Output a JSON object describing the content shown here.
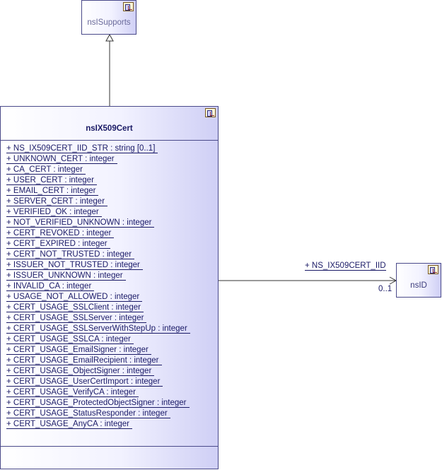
{
  "classes": {
    "supports": {
      "name": "nsISupports"
    },
    "cert": {
      "name": "nsIX509Cert",
      "attributes": [
        "+ NS_IX509CERT_IID_STR : string [0..1]",
        "+ UNKNOWN_CERT : integer",
        "+ CA_CERT : integer",
        "+ USER_CERT : integer",
        "+ EMAIL_CERT : integer",
        "+ SERVER_CERT : integer",
        "+ VERIFIED_OK : integer",
        "+ NOT_VERIFIED_UNKNOWN : integer",
        "+ CERT_REVOKED : integer",
        "+ CERT_EXPIRED : integer",
        "+ CERT_NOT_TRUSTED : integer",
        "+ ISSUER_NOT_TRUSTED : integer",
        "+ ISSUER_UNKNOWN : integer",
        "+ INVALID_CA : integer",
        "+ USAGE_NOT_ALLOWED : integer",
        "+ CERT_USAGE_SSLClient : integer",
        "+ CERT_USAGE_SSLServer : integer",
        "+ CERT_USAGE_SSLServerWithStepUp : integer",
        "+ CERT_USAGE_SSLCA : integer",
        "+ CERT_USAGE_EmailSigner : integer",
        "+ CERT_USAGE_EmailRecipient : integer",
        "+ CERT_USAGE_ObjectSigner : integer",
        "+ CERT_USAGE_UserCertImport : integer",
        "+ CERT_USAGE_VerifyCA : integer",
        "+ CERT_USAGE_ProtectedObjectSigner : integer",
        "+ CERT_USAGE_StatusResponder : integer",
        "+ CERT_USAGE_AnyCA : integer"
      ]
    },
    "nsid": {
      "name": "nsID"
    }
  },
  "association": {
    "role": "+ NS_IX509CERT_IID",
    "multiplicity": "0..1"
  },
  "colors": {
    "border": "#4a4a8a",
    "text": "#1a1a66",
    "fill_light": "#ffffff",
    "fill_dark": "#cfcff5",
    "line": "#333333"
  },
  "icons": [
    "class-icon"
  ]
}
